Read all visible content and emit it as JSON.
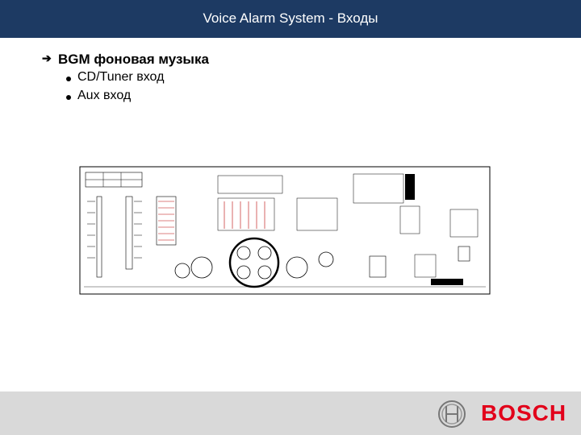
{
  "header": {
    "title": "Voice Alarm System - Входы",
    "bg_color": "#1d3a63"
  },
  "bullets": {
    "main": {
      "icon": "arrow-right-icon",
      "text": "BGM фоновая музыка"
    },
    "sub": [
      {
        "text": "CD/Tuner вход"
      },
      {
        "text": "Aux вход"
      }
    ]
  },
  "diagram": {
    "description_icon": "rear-panel-diagram",
    "highlight_color": "#000000"
  },
  "footer": {
    "brand": "BOSCH",
    "brand_color": "#e2001a",
    "bg_color": "#d9d9d9"
  }
}
